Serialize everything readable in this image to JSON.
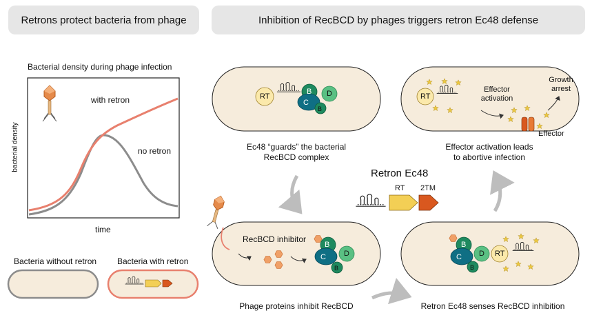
{
  "left_header": "Retrons protect bacteria from phage",
  "right_header": "Inhibition of RecBCD by phages triggers retron Ec48 defense",
  "plot": {
    "title": "Bacterial density during phage infection",
    "ylabel": "bacterial density",
    "xlabel": "time",
    "with_label": "with retron",
    "without_label": "no retron"
  },
  "legend": {
    "without": "Bacteria without retron",
    "with": "Bacteria with retron"
  },
  "retron": {
    "title": "Retron Ec48",
    "rt": "RT",
    "tm": "2TM"
  },
  "cells": {
    "cell1_caption_l1": "Ec48 “guards” the bacterial",
    "cell1_caption_l2": "RecBCD complex",
    "cell2_caption_l1": "Effector activation leads",
    "cell2_caption_l2": "to abortive infection",
    "effector_activation_l1": "Effector",
    "effector_activation_l2": "activation",
    "growth_arrest_l1": "Growth",
    "growth_arrest_l2": "arrest",
    "effector_label": "Effector",
    "inhibitor_label": "RecBCD inhibitor",
    "cell3_caption": "Phage proteins inhibit RecBCD",
    "cell4_caption": "Retron Ec48 senses RecBCD inhibition",
    "rt_short": "RT",
    "b": "B",
    "c": "C",
    "d": "D"
  },
  "colors": {
    "with_retron": "#e8806e",
    "no_retron": "#8c8c8c",
    "cell_fill": "#f6ecdc",
    "rt_yellow": "#f3cf55",
    "tm_orange": "#d9581f",
    "star": "#ecc842",
    "recb_green": "#1f8a5f",
    "recc_teal": "#0f6f84",
    "recd_green": "#5ac083"
  }
}
